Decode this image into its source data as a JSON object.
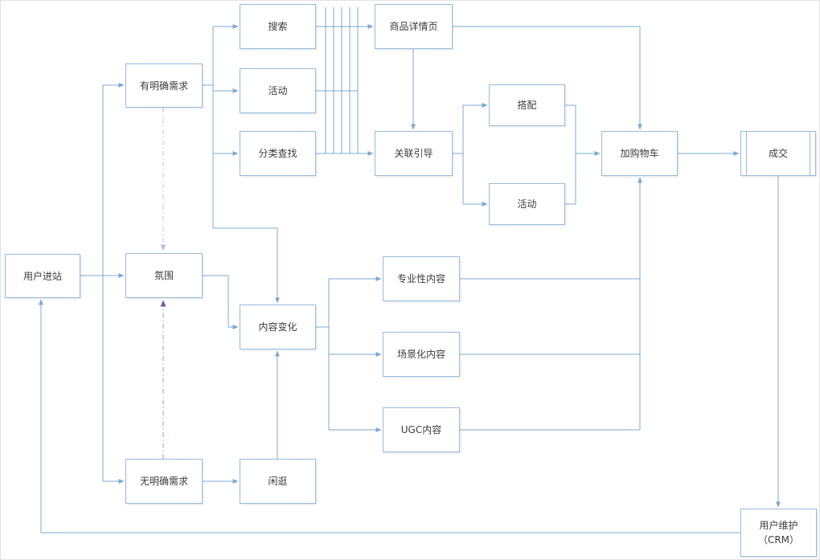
{
  "diagram": {
    "title": "ecommerce-user-journey-flowchart",
    "colors": {
      "line_blue": "#7fa9d0",
      "box_border": "#99badb",
      "text_color": "#3c3c3c",
      "dash_light_purple": "#c7bce2",
      "dash_purple": "#a292cc",
      "arrow_purple": "#7a5ba8"
    },
    "nodes": {
      "user_enter": {
        "label": "用户进站"
      },
      "clear_need": {
        "label": "有明确需求"
      },
      "search": {
        "label": "搜索"
      },
      "activity_top": {
        "label": "活动"
      },
      "category_find": {
        "label": "分类查找"
      },
      "product_detail": {
        "label": "商品详情页"
      },
      "related_guide": {
        "label": "关联引导"
      },
      "match": {
        "label": "搭配"
      },
      "activity_right": {
        "label": "活动"
      },
      "add_cart": {
        "label": "加购物车"
      },
      "deal": {
        "label": "成交"
      },
      "atmosphere": {
        "label": "氛围"
      },
      "content_change": {
        "label": "内容变化"
      },
      "professional_content": {
        "label": "专业性内容"
      },
      "scenario_content": {
        "label": "场景化内容"
      },
      "ugc_content": {
        "label": "UGC内容"
      },
      "no_clear_need": {
        "label": "无明确需求"
      },
      "wander": {
        "label": "闲逛"
      },
      "crm": {
        "label_line1": "用户维护",
        "label_line2": "（CRM）"
      }
    },
    "edges": [
      {
        "from": "用户进站",
        "to": "有明确需求",
        "style": "solid-blue"
      },
      {
        "from": "用户进站",
        "to": "氛围",
        "style": "solid-blue"
      },
      {
        "from": "用户进站",
        "to": "无明确需求",
        "style": "solid-blue"
      },
      {
        "from": "有明确需求",
        "to": "搜索",
        "style": "solid-blue"
      },
      {
        "from": "有明确需求",
        "to": "活动",
        "style": "solid-blue"
      },
      {
        "from": "有明确需求",
        "to": "分类查找",
        "style": "solid-blue"
      },
      {
        "from": "有明确需求",
        "to": "内容变化",
        "style": "solid-blue"
      },
      {
        "from": "搜索",
        "to": "商品详情页",
        "style": "solid-blue"
      },
      {
        "from": "活动",
        "to": "商品详情页",
        "style": "solid-blue"
      },
      {
        "from": "搜索",
        "to": "关联引导",
        "style": "solid-blue"
      },
      {
        "from": "分类查找",
        "to": "关联引导",
        "style": "solid-blue"
      },
      {
        "from": "商品详情页",
        "to": "关联引导",
        "style": "solid-blue"
      },
      {
        "from": "商品详情页",
        "to": "加购物车",
        "style": "solid-blue"
      },
      {
        "from": "关联引导",
        "to": "搭配",
        "style": "solid-blue"
      },
      {
        "from": "关联引导",
        "to": "活动",
        "style": "solid-blue"
      },
      {
        "from": "搭配",
        "to": "加购物车",
        "style": "solid-blue"
      },
      {
        "from": "活动",
        "to": "加购物车",
        "style": "solid-blue"
      },
      {
        "from": "加购物车",
        "to": "成交",
        "style": "solid-blue"
      },
      {
        "from": "成交",
        "to": "用户维护（CRM）",
        "style": "solid-blue"
      },
      {
        "from": "用户维护（CRM）",
        "to": "用户进站",
        "style": "solid-blue"
      },
      {
        "from": "有明确需求",
        "to": "氛围",
        "style": "dash-dot-purple"
      },
      {
        "from": "无明确需求",
        "to": "氛围",
        "style": "dash-dot-purple"
      },
      {
        "from": "氛围",
        "to": "内容变化",
        "style": "solid-blue"
      },
      {
        "from": "无明确需求",
        "to": "闲逛",
        "style": "solid-blue"
      },
      {
        "from": "闲逛",
        "to": "内容变化",
        "style": "solid-blue"
      },
      {
        "from": "内容变化",
        "to": "专业性内容",
        "style": "solid-blue"
      },
      {
        "from": "内容变化",
        "to": "场景化内容",
        "style": "solid-blue"
      },
      {
        "from": "内容变化",
        "to": "UGC内容",
        "style": "solid-blue"
      },
      {
        "from": "专业性内容",
        "to": "加购物车",
        "style": "solid-blue"
      },
      {
        "from": "场景化内容",
        "to": "加购物车",
        "style": "solid-blue"
      },
      {
        "from": "UGC内容",
        "to": "加购物车",
        "style": "solid-blue"
      }
    ]
  }
}
